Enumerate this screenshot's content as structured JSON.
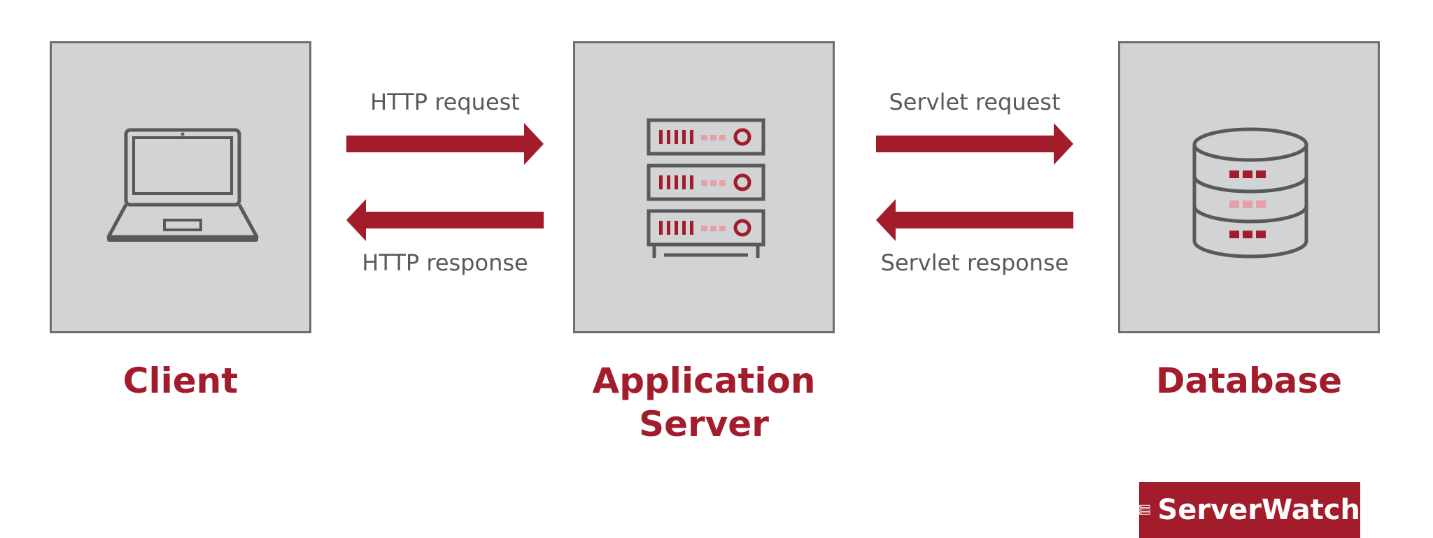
{
  "nodes": {
    "client": {
      "label": "Client",
      "icon": "laptop-icon"
    },
    "app_server": {
      "label_line1": "Application",
      "label_line2": "Server",
      "icon": "server-rack-icon"
    },
    "database": {
      "label": "Database",
      "icon": "database-icon"
    }
  },
  "edges": {
    "http_request": "HTTP request",
    "http_response": "HTTP response",
    "servlet_request": "Servlet request",
    "servlet_response": "Servlet response"
  },
  "brand": {
    "name": "ServerWatch",
    "icon": "server-stack-icon"
  },
  "colors": {
    "accent": "#a31c2b",
    "box_fill": "#d1d3d4",
    "box_border": "#6d6e71",
    "text_gray": "#58595b",
    "light_accent": "#e3a1a8"
  }
}
